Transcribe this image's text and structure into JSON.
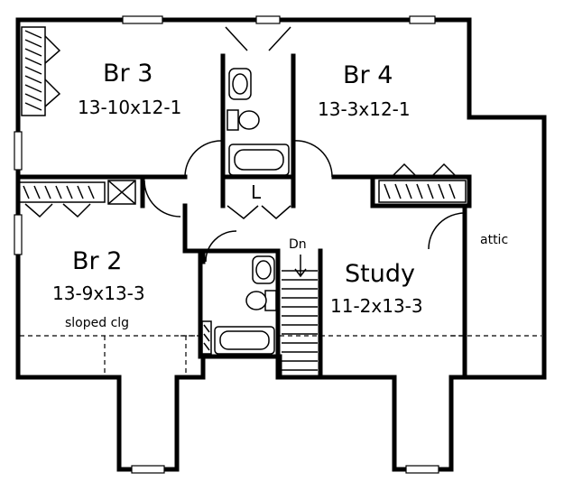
{
  "rooms": {
    "br3": {
      "name": "Br 3",
      "dims": "13-10x12-1"
    },
    "br4": {
      "name": "Br 4",
      "dims": "13-3x12-1"
    },
    "br2": {
      "name": "Br 2",
      "dims": "13-9x13-3",
      "note": "sloped clg"
    },
    "study": {
      "name": "Study",
      "dims": "11-2x13-3"
    },
    "attic": {
      "name": "attic"
    },
    "linen": {
      "name": "L"
    }
  },
  "stair": {
    "label": "Dn"
  }
}
